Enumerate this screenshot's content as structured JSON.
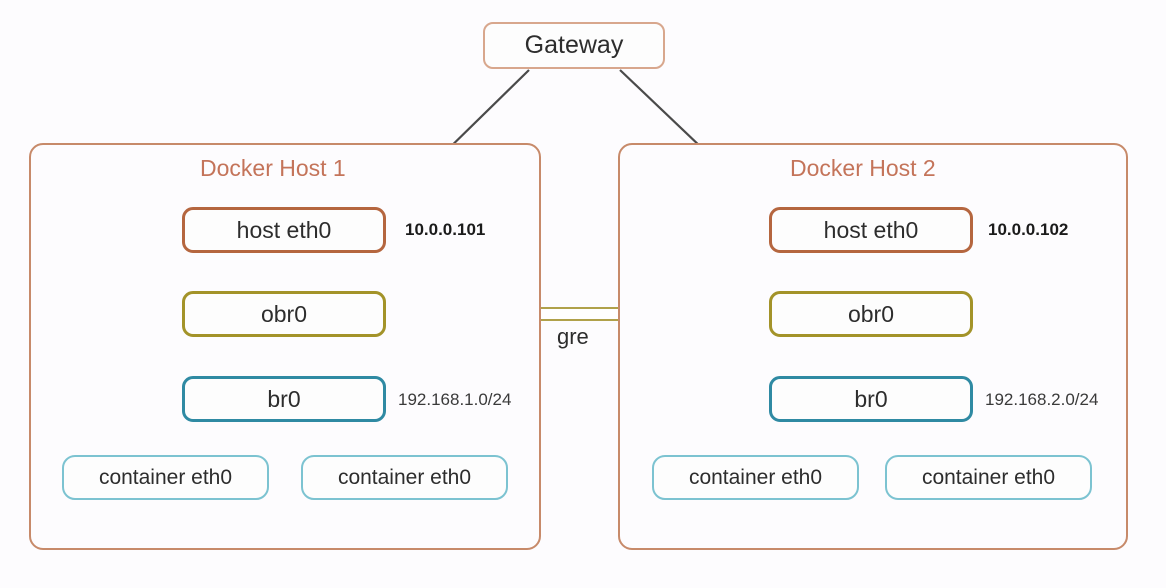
{
  "diagram": {
    "title_node": {
      "label": "Gateway"
    },
    "hosts": [
      {
        "title": "Docker Host 1",
        "host_eth": "host eth0",
        "host_ip": "10.0.0.101",
        "obr": "obr0",
        "br": "br0",
        "subnet": "192.168.1.0/24",
        "containers": [
          "container eth0",
          "container eth0"
        ]
      },
      {
        "title": "Docker Host 2",
        "host_eth": "host eth0",
        "host_ip": "10.0.0.102",
        "obr": "obr0",
        "br": "br0",
        "subnet": "192.168.2.0/24",
        "containers": [
          "container eth0",
          "container eth0"
        ]
      }
    ],
    "tunnel": {
      "label": "gre"
    },
    "colors": {
      "background": "#fdfcfe",
      "host_frame_border": "#c78a6a",
      "host_title_text": "#c4745a",
      "gateway_border": "#d8a78d",
      "host_eth_border": "#b5663f",
      "obr_border": "#a39329",
      "br_border": "#2f8aa3",
      "container_border": "#7cc3d1",
      "connector_line": "#4a4a4a",
      "tunnel_arrow": "#a39329",
      "label_text": "#1b1b1b"
    }
  }
}
